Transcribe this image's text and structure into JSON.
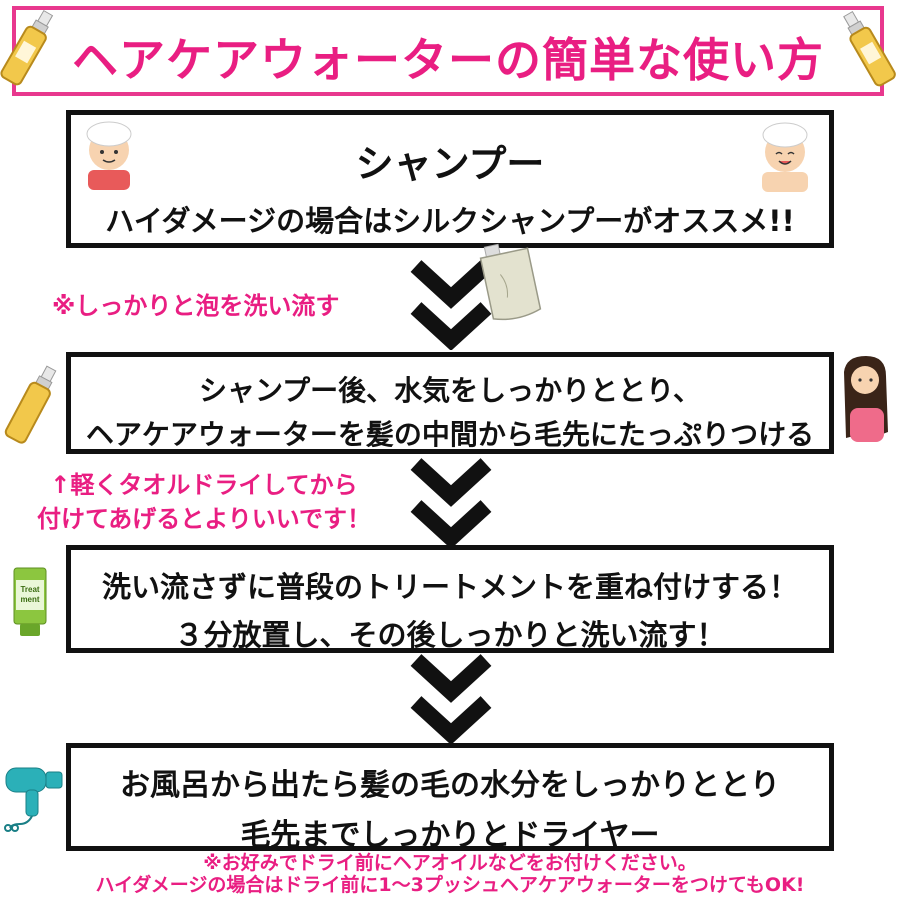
{
  "title": "ヘアケアウォーターの簡単な使い方",
  "steps": [
    {
      "line1": "シャンプー",
      "line2": "ハイダメージの場合はシルクシャンプーがオススメ!!"
    },
    {
      "line1": "シャンプー後、水気をしっかりととり、",
      "line2": "ヘアケアウォーターを髪の中間から毛先にたっぷりつける"
    },
    {
      "line1": "洗い流さずに普段のトリートメントを重ね付けする！",
      "line2": "３分放置し、その後しっかりと洗い流す！"
    },
    {
      "line1": "お風呂から出たら髪の毛の水分をしっかりととり",
      "line2": "毛先までしっかりとドライヤー"
    }
  ],
  "notes": {
    "rinse": "※しっかりと泡を洗い流す",
    "towel_line1": "↑軽くタオルドライしてから",
    "towel_line2": "付けてあげるとよりいいです！",
    "bottom_line1": "※お好みでドライ前にヘアオイルなどをお付けください。",
    "bottom_line2": "ハイダメージの場合はドライ前に1～3プッシュヘアケアウォーターをつけてもOK!"
  },
  "treatment_tube_label": "Treat ment",
  "colors": {
    "accent": "#e91e82",
    "border": "#111111",
    "bottle": "#f2c84b"
  }
}
